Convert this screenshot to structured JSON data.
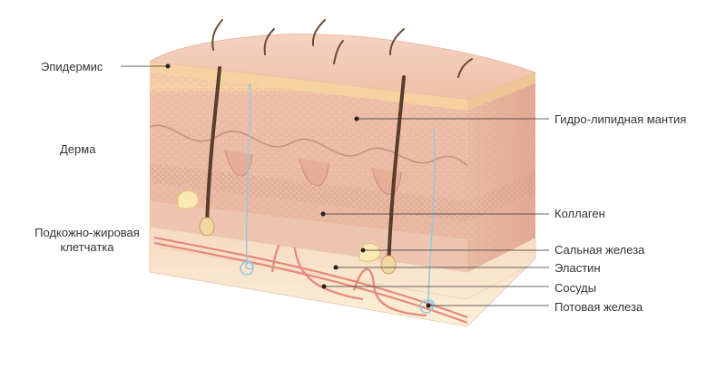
{
  "labels": {
    "epidermis": "Эпидермис",
    "dermis": "Дерма",
    "hypodermis_line1": "Подкожно-жировая",
    "hypodermis_line2": "клетчатка",
    "hydrolipid_mantle": "Гидро-липидная мантия",
    "collagen": "Коллаген",
    "sebaceous_gland": "Сальная железа",
    "elastin": "Эластин",
    "vessels": "Сосуды",
    "sweat_gland": "Потовая железа"
  },
  "colors": {
    "label_text": "#333333",
    "leader_line": "#333333",
    "epidermis_top": "#f1c7b3",
    "dermis": "#efc2ad",
    "hypodermis": "#f7dfc6",
    "fat_yellow": "#fbe9b5",
    "hair": "#6b4a33",
    "sweat_duct": "#9cc8db",
    "vessel_red": "#e58a7a"
  },
  "icons": {
    "skin_cross_section": "skin-diagram",
    "hair_shaft": "hair-icon"
  }
}
